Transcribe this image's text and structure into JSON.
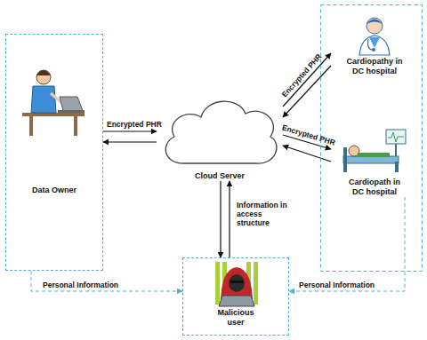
{
  "diagram": {
    "nodes": [
      {
        "text": [
          "Data Owner"
        ]
      },
      {
        "text": [
          "Cloud Server"
        ]
      },
      {
        "text": [
          "Cardiopathy in DC hospital"
        ]
      },
      {
        "text": [
          "Cardiopath in DC hospital"
        ]
      },
      {
        "text": [
          "Malicious user"
        ]
      }
    ],
    "edges": [
      {
        "from": 0,
        "to": 1,
        "label": "Encrypted PHR",
        "arrow": "to"
      },
      {
        "from": 1,
        "to": 0,
        "arrow": "to"
      },
      {
        "from": 1,
        "to": 2,
        "label": "Encrypted PHR",
        "arrow": "to"
      },
      {
        "from": 2,
        "to": 1,
        "arrow": "to"
      },
      {
        "from": 1,
        "to": 3,
        "label": "Encrypted PHR",
        "arrow": "to"
      },
      {
        "from": 3,
        "to": 1,
        "arrow": "to"
      },
      {
        "from": 4,
        "to": 1,
        "label": "Information in access structure",
        "arrow": "to"
      },
      {
        "from": 1,
        "to": 4,
        "arrow": "to"
      },
      {
        "from": 0,
        "to": 4,
        "label": "Personal Information",
        "arrow": "to"
      },
      {
        "from": 3,
        "to": 4,
        "label": "Personal Information",
        "arrow": "to"
      }
    ]
  }
}
